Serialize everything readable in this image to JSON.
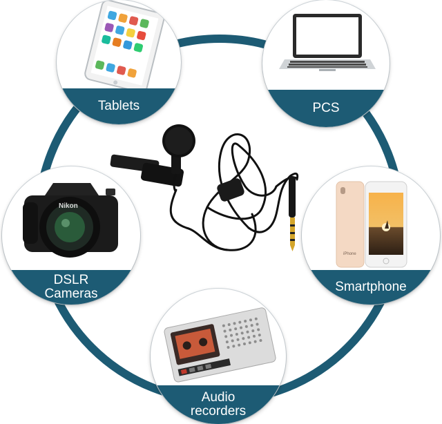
{
  "accent_color": "#1d5b74",
  "center": {
    "name": "lavalier-microphone",
    "icon": "lavalier-mic-icon"
  },
  "devices": [
    {
      "key": "tablets",
      "label": "Tablets",
      "icon": "tablet-icon"
    },
    {
      "key": "pcs",
      "label": "PCS",
      "icon": "laptop-icon"
    },
    {
      "key": "dslr",
      "label": "DSLR\nCameras",
      "icon": "dslr-camera-icon"
    },
    {
      "key": "smartphone",
      "label": "Smartphone",
      "icon": "smartphone-icon"
    },
    {
      "key": "audio",
      "label": "Audio\nrecorders",
      "icon": "cassette-recorder-icon"
    }
  ]
}
